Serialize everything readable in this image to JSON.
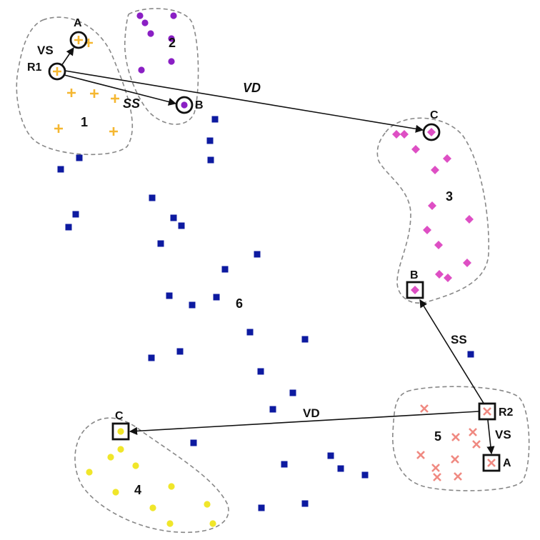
{
  "colors": {
    "cluster_1": "#f5b731",
    "cluster_2": "#8a1fc4",
    "cluster_3": "#de4fc4",
    "cluster_4": "#f0e62a",
    "cluster_5": "#f08a82",
    "cluster_6": "#0d1aa0",
    "outline": "#888888",
    "ink": "#111111"
  },
  "clusters": [
    {
      "id": "1",
      "label": "1",
      "marker": "plus"
    },
    {
      "id": "2",
      "label": "2",
      "marker": "circle"
    },
    {
      "id": "3",
      "label": "3",
      "marker": "diamond"
    },
    {
      "id": "4",
      "label": "4",
      "marker": "circle"
    },
    {
      "id": "5",
      "label": "5",
      "marker": "cross"
    },
    {
      "id": "6",
      "label": "6",
      "marker": "square"
    }
  ],
  "queries": [
    {
      "id": "R1",
      "label": "R1",
      "highlight": "circle"
    },
    {
      "id": "R2",
      "label": "R2",
      "highlight": "square"
    }
  ],
  "points": {
    "r1_a": "A",
    "r1_b": "B",
    "r1_c": "C",
    "r2_a": "A",
    "r2_b": "B",
    "r2_c": "C"
  },
  "edges": {
    "r1_vs": "VS",
    "r1_ss": "SS",
    "r1_vd": "VD",
    "r2_vs": "VS",
    "r2_ss": "SS",
    "r2_vd": "VD"
  }
}
